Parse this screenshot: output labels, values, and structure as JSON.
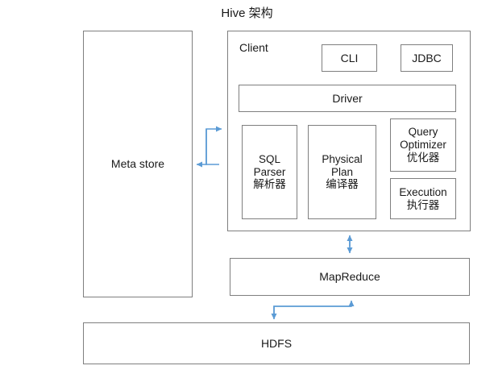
{
  "diagram": {
    "title": "Hive 架构",
    "accent_arrow_color": "#5B9BD5",
    "box_border_color": "#7f7f7f",
    "background_color": "#ffffff",
    "text_color": "#1a1a1a"
  },
  "boxes": {
    "meta_store": {
      "label": "Meta store"
    },
    "client": {
      "label": "Client"
    },
    "cli": {
      "label": "CLI"
    },
    "jdbc": {
      "label": "JDBC"
    },
    "driver": {
      "label": "Driver"
    },
    "sql_parser": {
      "label": "SQL\nParser\n解析器"
    },
    "physical_plan": {
      "label": "Physical\nPlan\n编译器"
    },
    "query_optimizer": {
      "label": "Query\nOptimizer\n优化器"
    },
    "execution": {
      "label": "Execution\n执行器"
    },
    "mapreduce": {
      "label": "MapReduce"
    },
    "hdfs": {
      "label": "HDFS"
    }
  },
  "connectors": [
    {
      "name": "metastore-client-connector",
      "from": "Meta store",
      "to": "Client",
      "style": "z-shaped double-headed"
    },
    {
      "name": "client-mapreduce-connector",
      "from": "Client",
      "to": "MapReduce",
      "style": "vertical double-headed"
    },
    {
      "name": "mapreduce-hdfs-connector",
      "from": "MapReduce",
      "to": "HDFS",
      "style": "z-shaped double-headed"
    }
  ]
}
